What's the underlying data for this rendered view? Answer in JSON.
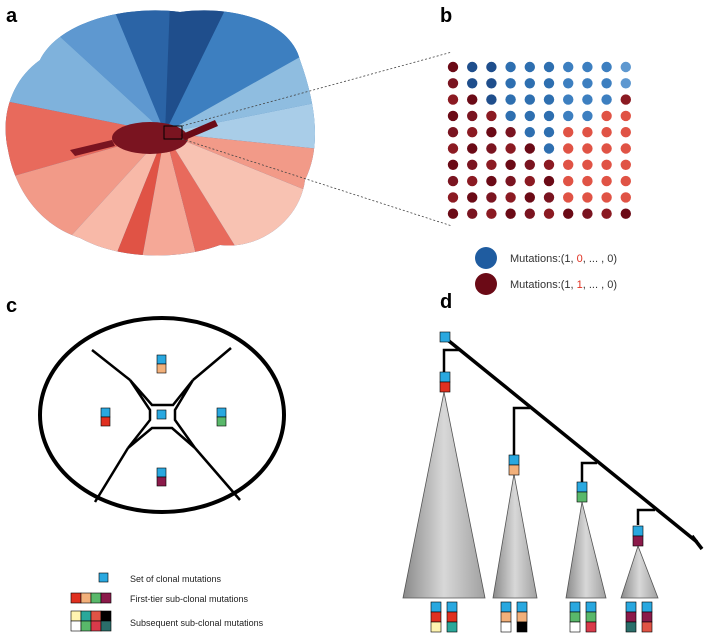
{
  "panels": {
    "a": {
      "label": "a"
    },
    "b": {
      "label": "b"
    },
    "c": {
      "label": "c"
    },
    "d": {
      "label": "d"
    }
  },
  "colors": {
    "clonal": "#29a8e0",
    "blue_dark": "#1f4e8c",
    "blue_mid": "#2e6fb0",
    "blue_light": "#8fbde0",
    "red_dark": "#6b0a16",
    "red_mid": "#e05345",
    "red_light": "#f8b9a8",
    "tier1": [
      "#e03020",
      "#f2b07a",
      "#59b86a",
      "#8b1a4a"
    ],
    "tier2": [
      "#fff4b0",
      "#2aa89a",
      "#d93a4a",
      "#000000"
    ]
  },
  "panel_b": {
    "grid_rows": [
      [
        "R",
        "B",
        "B",
        "B",
        "B",
        "B",
        "B",
        "B",
        "B",
        "B"
      ],
      [
        "R",
        "B",
        "B",
        "B",
        "B",
        "B",
        "B",
        "B",
        "B",
        "B"
      ],
      [
        "R",
        "R",
        "B",
        "B",
        "B",
        "B",
        "B",
        "B",
        "B",
        "R"
      ],
      [
        "R",
        "R",
        "R",
        "B",
        "B",
        "B",
        "B",
        "B",
        "R",
        "R"
      ],
      [
        "R",
        "R",
        "R",
        "R",
        "B",
        "B",
        "R",
        "R",
        "R",
        "R"
      ],
      [
        "R",
        "R",
        "R",
        "R",
        "R",
        "B",
        "R",
        "R",
        "R",
        "R"
      ],
      [
        "R",
        "R",
        "R",
        "R",
        "R",
        "R",
        "R",
        "R",
        "R",
        "R"
      ],
      [
        "R",
        "R",
        "R",
        "R",
        "R",
        "R",
        "R",
        "R",
        "R",
        "R"
      ],
      [
        "R",
        "R",
        "R",
        "R",
        "R",
        "R",
        "R",
        "R",
        "R",
        "R"
      ],
      [
        "R",
        "R",
        "R",
        "R",
        "R",
        "R",
        "R",
        "R",
        "R",
        "R"
      ]
    ],
    "legend": [
      {
        "prefix": "Mutations:(1, ",
        "highlight": "0",
        "suffix": ", ... , 0)",
        "color": "blue"
      },
      {
        "prefix": "Mutations:(1, ",
        "highlight": "1",
        "suffix": ", ... , 0)",
        "color": "red"
      }
    ]
  },
  "legend_c": {
    "clonal": "Set of clonal mutations",
    "first_tier": "First-tier sub-clonal mutations",
    "subsequent": "Subsequent sub-clonal mutations"
  }
}
